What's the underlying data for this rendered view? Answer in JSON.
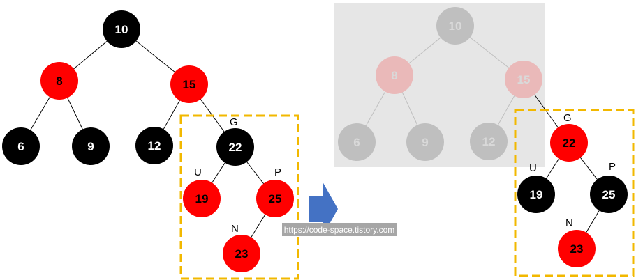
{
  "colors": {
    "black_node": "#000000",
    "red_node": "#ff0000",
    "faded_node": "#bfbfbf",
    "faded_red_node": "#eab9b9",
    "faded_text": "#d9d9d9",
    "dashed_box": "#f2b800",
    "faded_panel": "#e6e6e6",
    "arrow": "#4472c4",
    "edge": "#000000",
    "watermark_bg": "#a6a6a6"
  },
  "before": {
    "nodes": {
      "n10": "10",
      "n8": "8",
      "n15": "15",
      "n6": "6",
      "n9": "9",
      "n12": "12",
      "n22": "22",
      "n19": "19",
      "n25": "25",
      "n23": "23"
    },
    "tags": {
      "g": "G",
      "u": "U",
      "p": "P",
      "n": "N"
    }
  },
  "after": {
    "nodes": {
      "n10": "10",
      "n8": "8",
      "n15": "15",
      "n6": "6",
      "n9": "9",
      "n12": "12",
      "n22": "22",
      "n19": "19",
      "n25": "25",
      "n23": "23"
    },
    "tags": {
      "g": "G",
      "u": "U",
      "p": "P",
      "n": "N"
    }
  },
  "arrow_icon": "right-arrow-icon",
  "watermark": "https://code-space.tistory.com"
}
